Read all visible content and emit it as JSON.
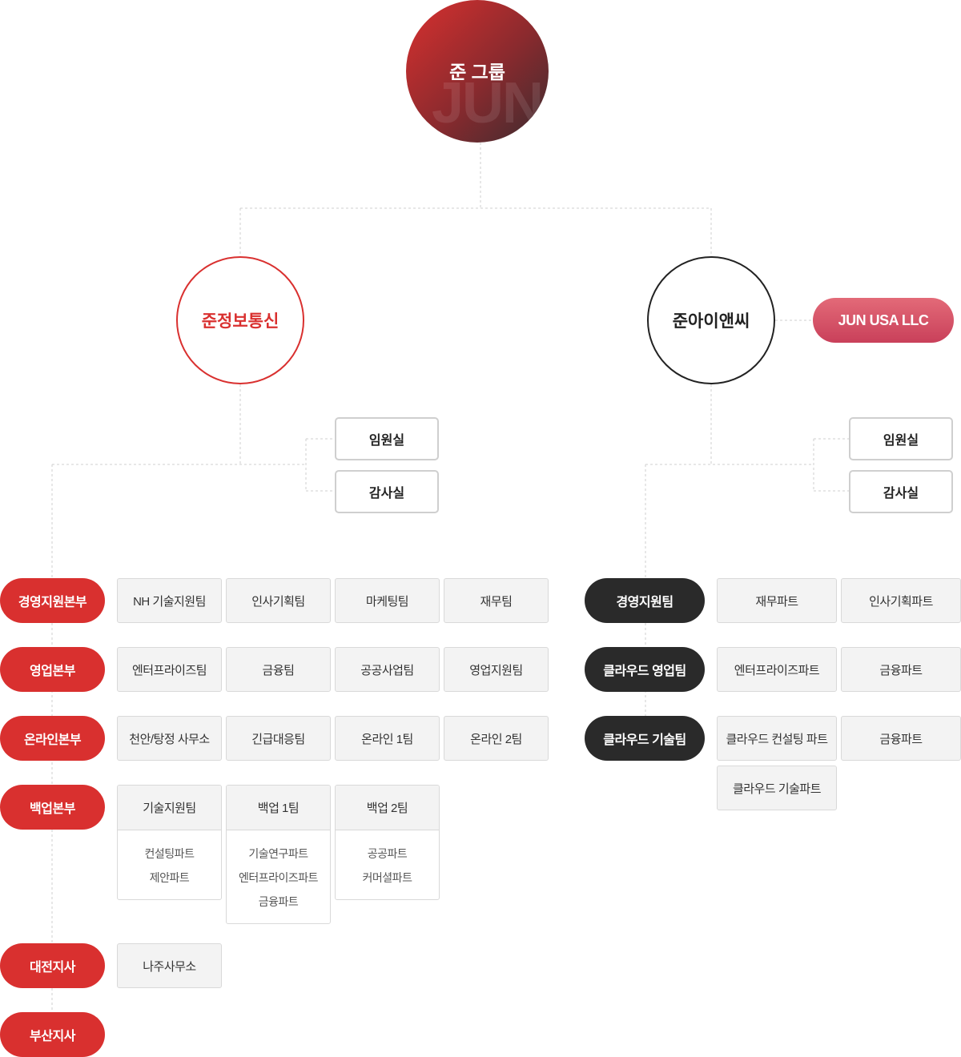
{
  "root": {
    "title": "준 그룹",
    "watermark": "JUN"
  },
  "companies": {
    "left": {
      "name": "준정보통신",
      "offices": [
        "임원실",
        "감사실"
      ]
    },
    "right": {
      "name": "준아이앤씨",
      "affiliate": "JUN USA LLC",
      "offices": [
        "임원실",
        "감사실"
      ]
    }
  },
  "left_divisions": [
    {
      "name": "경영지원본부",
      "teams": [
        "NH 기술지원팀",
        "인사기획팀",
        "마케팅팀",
        "재무팀"
      ]
    },
    {
      "name": "영업본부",
      "teams": [
        "엔터프라이즈팀",
        "금융팀",
        "공공사업팀",
        "영업지원팀"
      ]
    },
    {
      "name": "온라인본부",
      "teams": [
        "천안/탕정 사무소",
        "긴급대응팀",
        "온라인 1팀",
        "온라인 2팀"
      ]
    },
    {
      "name": "백업본부",
      "groups": [
        {
          "name": "기술지원팀",
          "items": [
            "컨설팅파트",
            "제안파트"
          ]
        },
        {
          "name": "백업 1팀",
          "items": [
            "기술연구파트",
            "엔터프라이즈파트",
            "금융파트"
          ]
        },
        {
          "name": "백업 2팀",
          "items": [
            "공공파트",
            "커머셜파트"
          ]
        }
      ]
    },
    {
      "name": "대전지사",
      "teams": [
        "나주사무소"
      ]
    },
    {
      "name": "부산지사",
      "teams": []
    }
  ],
  "right_divisions": [
    {
      "name": "경영지원팀",
      "teams": [
        "재무파트",
        "인사기획파트"
      ]
    },
    {
      "name": "클라우드 영업팀",
      "teams": [
        "엔터프라이즈파트",
        "금융파트"
      ]
    },
    {
      "name": "클라우드 기술팀",
      "teams": [
        "클라우드 컨설팅 파트",
        "금융파트",
        "클라우드 기술파트"
      ]
    }
  ],
  "colors": {
    "accent_red": "#d9302f",
    "dark": "#2a2a2a",
    "affiliate_pink": "#d4506a",
    "line": "#cccccc"
  }
}
